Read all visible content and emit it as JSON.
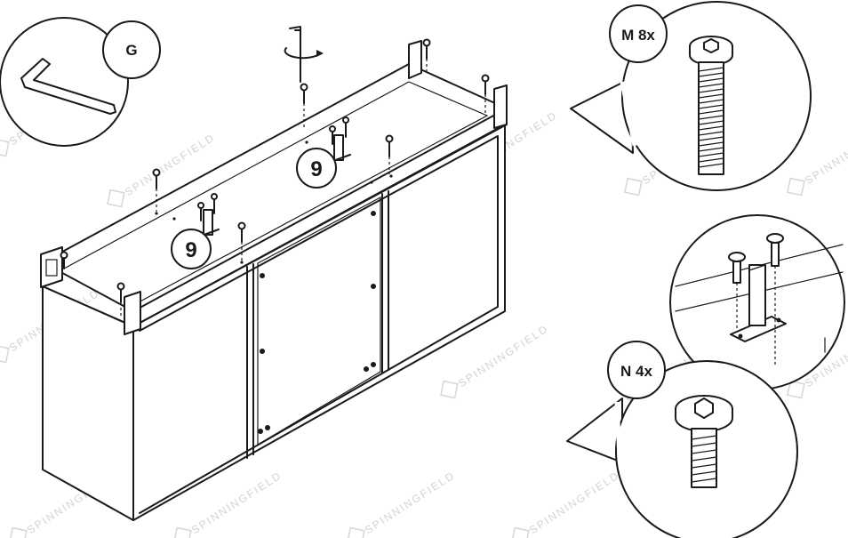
{
  "callouts": {
    "tool": "G",
    "screw_long": "M 8x",
    "screw_short": "N 4x"
  },
  "step_numbers": [
    "9",
    "9"
  ],
  "watermark": "SPINNINGFIELD",
  "icons": [
    "hex-key-icon",
    "rotation-arrow-icon",
    "long-bolt-icon",
    "short-bolt-icon",
    "bracket-icon",
    "bee-logo-icon"
  ]
}
